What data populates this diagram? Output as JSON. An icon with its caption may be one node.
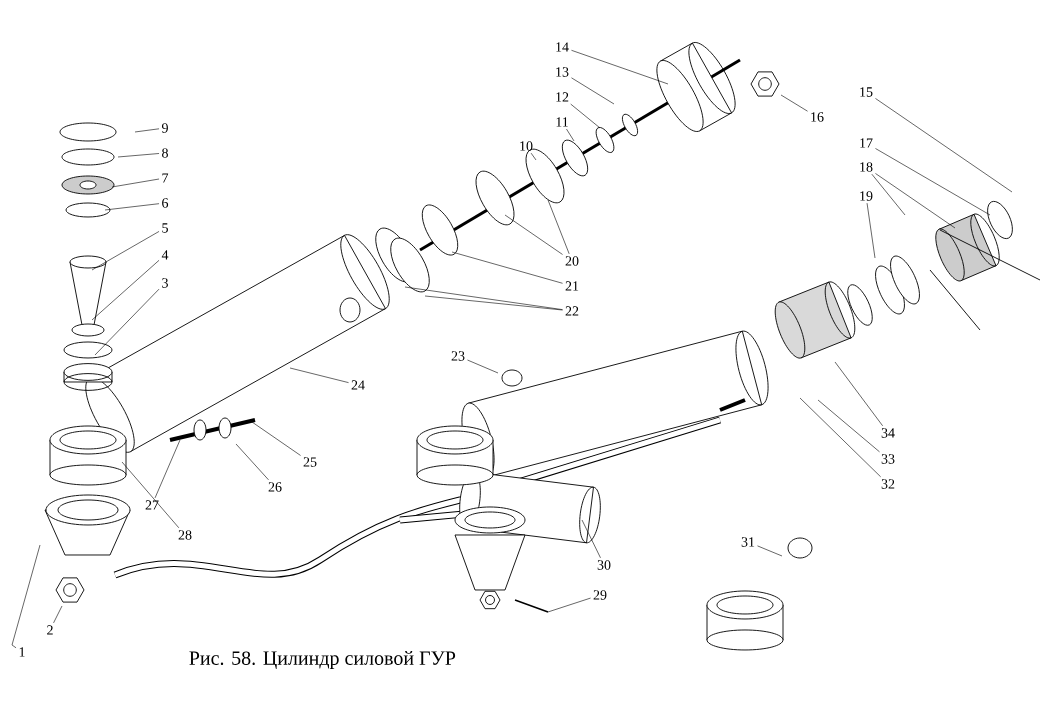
{
  "diagram": {
    "caption": "Рис. 58. Цилиндр силовой ГУР",
    "nodes": [
      {
        "text": [
          "1"
        ]
      },
      {
        "text": [
          "2"
        ]
      },
      {
        "text": [
          "3"
        ]
      },
      {
        "text": [
          "4"
        ]
      },
      {
        "text": [
          "5"
        ]
      },
      {
        "text": [
          "6"
        ]
      },
      {
        "text": [
          "7"
        ]
      },
      {
        "text": [
          "8"
        ]
      },
      {
        "text": [
          "9"
        ]
      },
      {
        "text": [
          "10"
        ]
      },
      {
        "text": [
          "11"
        ]
      },
      {
        "text": [
          "12"
        ]
      },
      {
        "text": [
          "13"
        ]
      },
      {
        "text": [
          "14"
        ]
      },
      {
        "text": [
          "15"
        ]
      },
      {
        "text": [
          "16"
        ]
      },
      {
        "text": [
          "17"
        ]
      },
      {
        "text": [
          "18"
        ]
      },
      {
        "text": [
          "19"
        ]
      },
      {
        "text": [
          "20"
        ]
      },
      {
        "text": [
          "21"
        ]
      },
      {
        "text": [
          "22"
        ]
      },
      {
        "text": [
          "23"
        ]
      },
      {
        "text": [
          "24"
        ]
      },
      {
        "text": [
          "25"
        ]
      },
      {
        "text": [
          "26"
        ]
      },
      {
        "text": [
          "27"
        ]
      },
      {
        "text": [
          "28"
        ]
      },
      {
        "text": [
          "29"
        ]
      },
      {
        "text": [
          "30"
        ]
      },
      {
        "text": [
          "31"
        ]
      },
      {
        "text": [
          "32"
        ]
      },
      {
        "text": [
          "33"
        ]
      },
      {
        "text": [
          "34"
        ]
      }
    ],
    "edges": [
      {
        "from": 0,
        "to": null,
        "arrow": "none"
      },
      {
        "from": 1,
        "to": null,
        "arrow": "none"
      },
      {
        "from": 2,
        "to": null,
        "arrow": "none"
      },
      {
        "from": 3,
        "to": null,
        "arrow": "none"
      },
      {
        "from": 4,
        "to": null,
        "arrow": "none"
      },
      {
        "from": 5,
        "to": null,
        "arrow": "none"
      },
      {
        "from": 6,
        "to": null,
        "arrow": "none"
      },
      {
        "from": 7,
        "to": null,
        "arrow": "none"
      },
      {
        "from": 8,
        "to": null,
        "arrow": "none"
      },
      {
        "from": 9,
        "to": null,
        "arrow": "none"
      },
      {
        "from": 10,
        "to": null,
        "arrow": "none"
      },
      {
        "from": 11,
        "to": null,
        "arrow": "none"
      },
      {
        "from": 12,
        "to": null,
        "arrow": "none"
      },
      {
        "from": 13,
        "to": null,
        "arrow": "none"
      },
      {
        "from": 14,
        "to": null,
        "arrow": "none"
      },
      {
        "from": 15,
        "to": null,
        "arrow": "none"
      },
      {
        "from": 16,
        "to": null,
        "arrow": "none"
      },
      {
        "from": 17,
        "to": null,
        "arrow": "none"
      },
      {
        "from": 17,
        "to": null,
        "arrow": "none"
      },
      {
        "from": 18,
        "to": null,
        "arrow": "none"
      },
      {
        "from": 19,
        "to": null,
        "arrow": "none"
      },
      {
        "from": 19,
        "to": null,
        "arrow": "none"
      },
      {
        "from": 20,
        "to": null,
        "arrow": "none"
      },
      {
        "from": 21,
        "to": null,
        "arrow": "none"
      },
      {
        "from": 21,
        "to": null,
        "arrow": "none"
      },
      {
        "from": 22,
        "to": null,
        "arrow": "none"
      },
      {
        "from": 23,
        "to": null,
        "arrow": "none"
      },
      {
        "from": 24,
        "to": null,
        "arrow": "none"
      },
      {
        "from": 25,
        "to": null,
        "arrow": "none"
      },
      {
        "from": 26,
        "to": null,
        "arrow": "none"
      },
      {
        "from": 27,
        "to": null,
        "arrow": "none"
      },
      {
        "from": 28,
        "to": null,
        "arrow": "none"
      },
      {
        "from": 29,
        "to": null,
        "arrow": "none"
      },
      {
        "from": 30,
        "to": null,
        "arrow": "none"
      },
      {
        "from": 31,
        "to": null,
        "arrow": "none"
      },
      {
        "from": 32,
        "to": null,
        "arrow": "none"
      },
      {
        "from": 33,
        "to": null,
        "arrow": "none"
      }
    ]
  }
}
